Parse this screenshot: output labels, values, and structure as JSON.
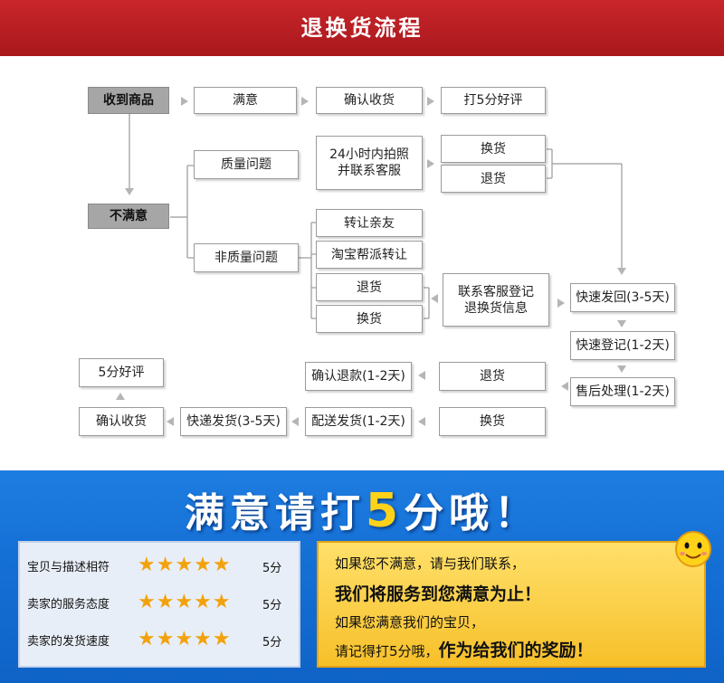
{
  "header": {
    "title": "退换货流程"
  },
  "flow": {
    "received": "收到商品",
    "satisfied": "满意",
    "confirm_receipt": "确认收货",
    "five_star": "打5分好评",
    "unsatisfied": "不满意",
    "quality_issue": "质量问题",
    "photo_contact": "24小时内拍照\n并联系客服",
    "exchange": "换货",
    "return": "退货",
    "non_quality_issue": "非质量问题",
    "transfer_friends": "转让亲友",
    "taobao_transfer": "淘宝帮派转让",
    "return2": "退货",
    "exchange2": "换货",
    "register_info": "联系客服登记\n退换货信息",
    "express_return": "快速发回(3-5天)",
    "quick_register": "快速登记(1-2天)",
    "after_sales": "售后处理(1-2天)",
    "return3": "退货",
    "exchange3": "换货",
    "confirm_refund": "确认退款(1-2天)",
    "delivery": "配送发货(1-2天)",
    "express_ship": "快递发货(3-5天)",
    "confirm_receipt2": "确认收货",
    "five_star2": "5分好评"
  },
  "slogan": {
    "before": "满意请打",
    "number": "5",
    "after": "分哦！"
  },
  "ratings": [
    {
      "label": "宝贝与描述相符",
      "stars": "★★★★★",
      "score": "5分"
    },
    {
      "label": "卖家的服务态度",
      "stars": "★★★★★",
      "score": "5分"
    },
    {
      "label": "卖家的发货速度",
      "stars": "★★★★★",
      "score": "5分"
    }
  ],
  "promise": {
    "line1": "如果您不满意，请与我们联系，",
    "line2": "我们将服务到您满意为止！",
    "line3": "如果您满意我们的宝贝，",
    "line4_small": "请记得打5分哦，",
    "line4_big": "作为给我们的奖励！"
  },
  "colors": {
    "header_red": "#b81e22",
    "blue": "#1570d6",
    "yellow": "#ffd21a",
    "star": "#f2a20c"
  }
}
